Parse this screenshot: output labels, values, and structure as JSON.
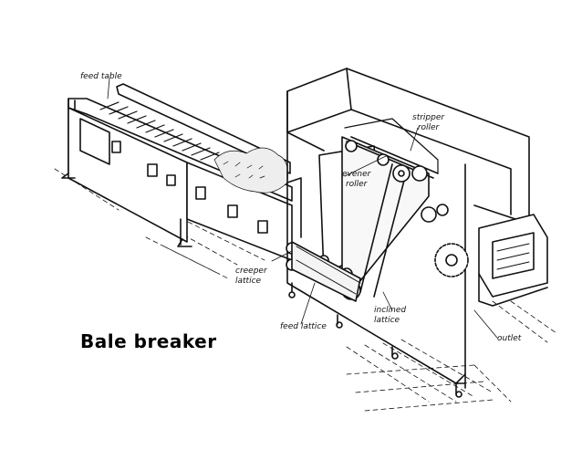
{
  "title": "Bale breaker",
  "labels": {
    "feed_table": "feed table",
    "stripper_roller": [
      "stripper",
      "roller"
    ],
    "evener_roller": [
      "evener",
      "roller"
    ],
    "creeper_lattice": [
      "creeper",
      "lattice"
    ],
    "feed_lattice": "feed lattice",
    "inclined_lattice": [
      "inclined",
      "lattice"
    ],
    "outlet": "outlet"
  },
  "colors": {
    "ink": "#111111",
    "background": "#ffffff"
  }
}
